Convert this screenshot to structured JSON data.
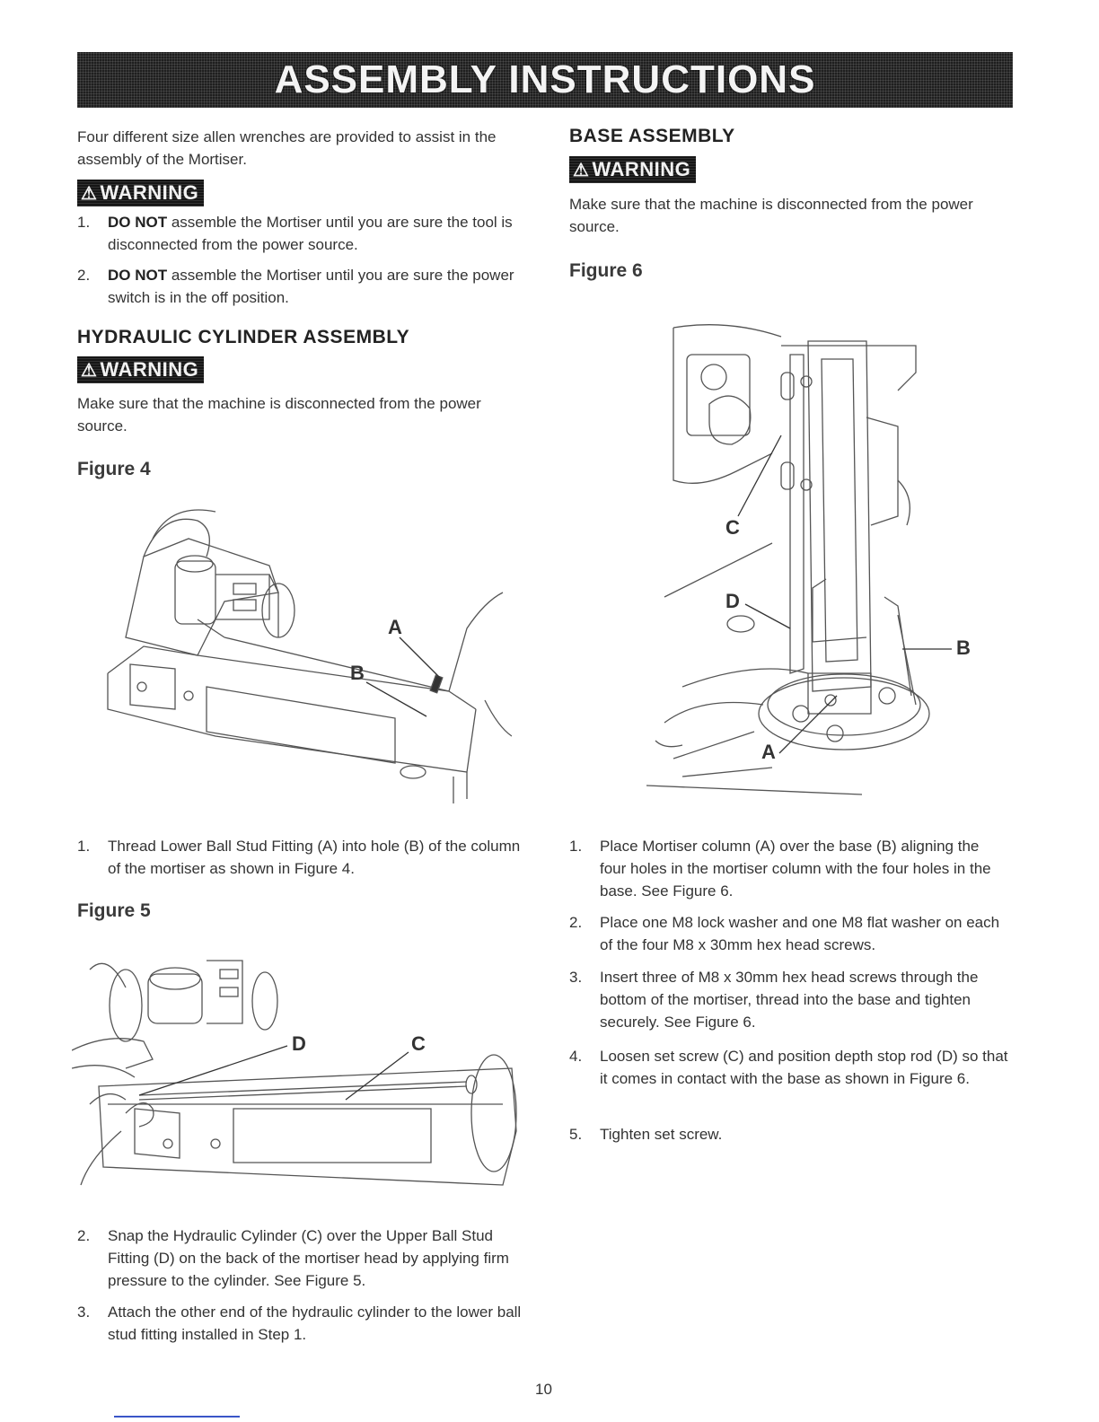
{
  "banner_title": "ASSEMBLY INSTRUCTIONS",
  "intro": "Four different size allen wrenches are provided to assist in the assembly of the Mortiser.",
  "warning_label": "WARNING",
  "warning_icon": "warning-triangle-icon",
  "general_warnings": [
    {
      "num": "1.",
      "bold": "DO NOT",
      "text": " assemble the Mortiser until you are sure the tool is disconnected from the power source."
    },
    {
      "num": "2.",
      "bold": "DO NOT",
      "text": " assemble the Mortiser until you are sure the power switch is in the off position."
    }
  ],
  "hydraulic": {
    "heading": "HYDRAULIC CYLINDER ASSEMBLY",
    "warning_text": "Make sure that the machine is disconnected from the power source.",
    "figure4_label": "Figure 4",
    "figure4_callouts": [
      "A",
      "B"
    ],
    "step1": {
      "num": "1.",
      "text": "Thread Lower Ball Stud Fitting (A) into hole (B) of the column of the mortiser as shown in Figure 4."
    },
    "figure5_label": "Figure 5",
    "figure5_callouts": [
      "D",
      "C"
    ],
    "steps": [
      {
        "num": "2.",
        "text": "Snap the Hydraulic Cylinder (C) over the Upper Ball Stud Fitting (D) on the back of the mortiser head by applying firm pressure to the cylinder. See Figure 5."
      },
      {
        "num": "3.",
        "text": "Attach the other end of the hydraulic cylinder to the lower ball stud fitting installed in Step 1."
      }
    ]
  },
  "base": {
    "heading": "BASE ASSEMBLY",
    "warning_text": "Make sure that the machine is disconnected from the power source.",
    "figure6_label": "Figure 6",
    "figure6_callouts": [
      "C",
      "D",
      "B",
      "A"
    ],
    "steps": [
      {
        "num": "1.",
        "text": "Place Mortiser column (A) over the base (B) aligning the four holes in the mortiser column with the four holes in the base. See Figure 6."
      },
      {
        "num": "2.",
        "text": "Place one M8 lock washer and one M8 flat washer on each of the four M8 x 30mm hex head screws."
      },
      {
        "num": "3.",
        "text": "Insert three of M8 x 30mm hex head screws through the bottom of the mortiser, thread into the base and tighten securely. See Figure 6."
      },
      {
        "num": "4.",
        "text": "Loosen set screw (C) and position depth stop rod (D) so that it comes in contact with the base as shown in Figure 6."
      },
      {
        "num": "5.",
        "text": "Tighten set screw."
      }
    ]
  },
  "page_number": "10"
}
